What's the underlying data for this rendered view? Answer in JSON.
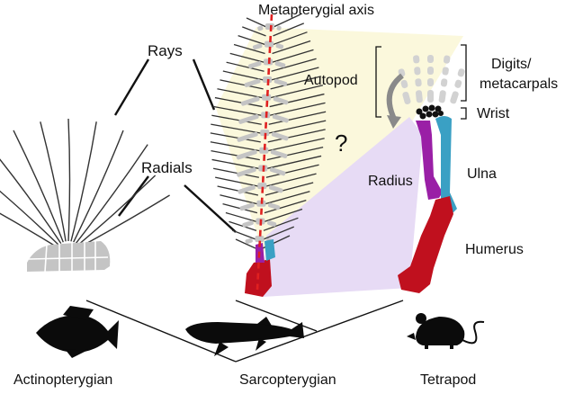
{
  "labels": {
    "metapterygial_axis": "Metapterygial axis",
    "rays": "Rays",
    "radials": "Radials",
    "autopod": "Autopod",
    "digits_line1": "Digits/",
    "digits_line2": "metacarpals",
    "wrist": "Wrist",
    "question": "?",
    "radius": "Radius",
    "ulna": "Ulna",
    "humerus": "Humerus",
    "actinopterygian": "Actinopterygian",
    "sarcopterygian": "Sarcopterygian",
    "tetrapod": "Tetrapod"
  },
  "colors": {
    "axis_dashed": "#e02020",
    "bone_grey": "#c4c4c4",
    "ray_dark": "#333333",
    "humerus": "#c0101e",
    "radius": "#9a1fa6",
    "ulna": "#3aa0c4",
    "yellow_region": "#fbf8dc",
    "purple_region": "#e7dbf5",
    "silhouette": "#0b0b0b"
  }
}
